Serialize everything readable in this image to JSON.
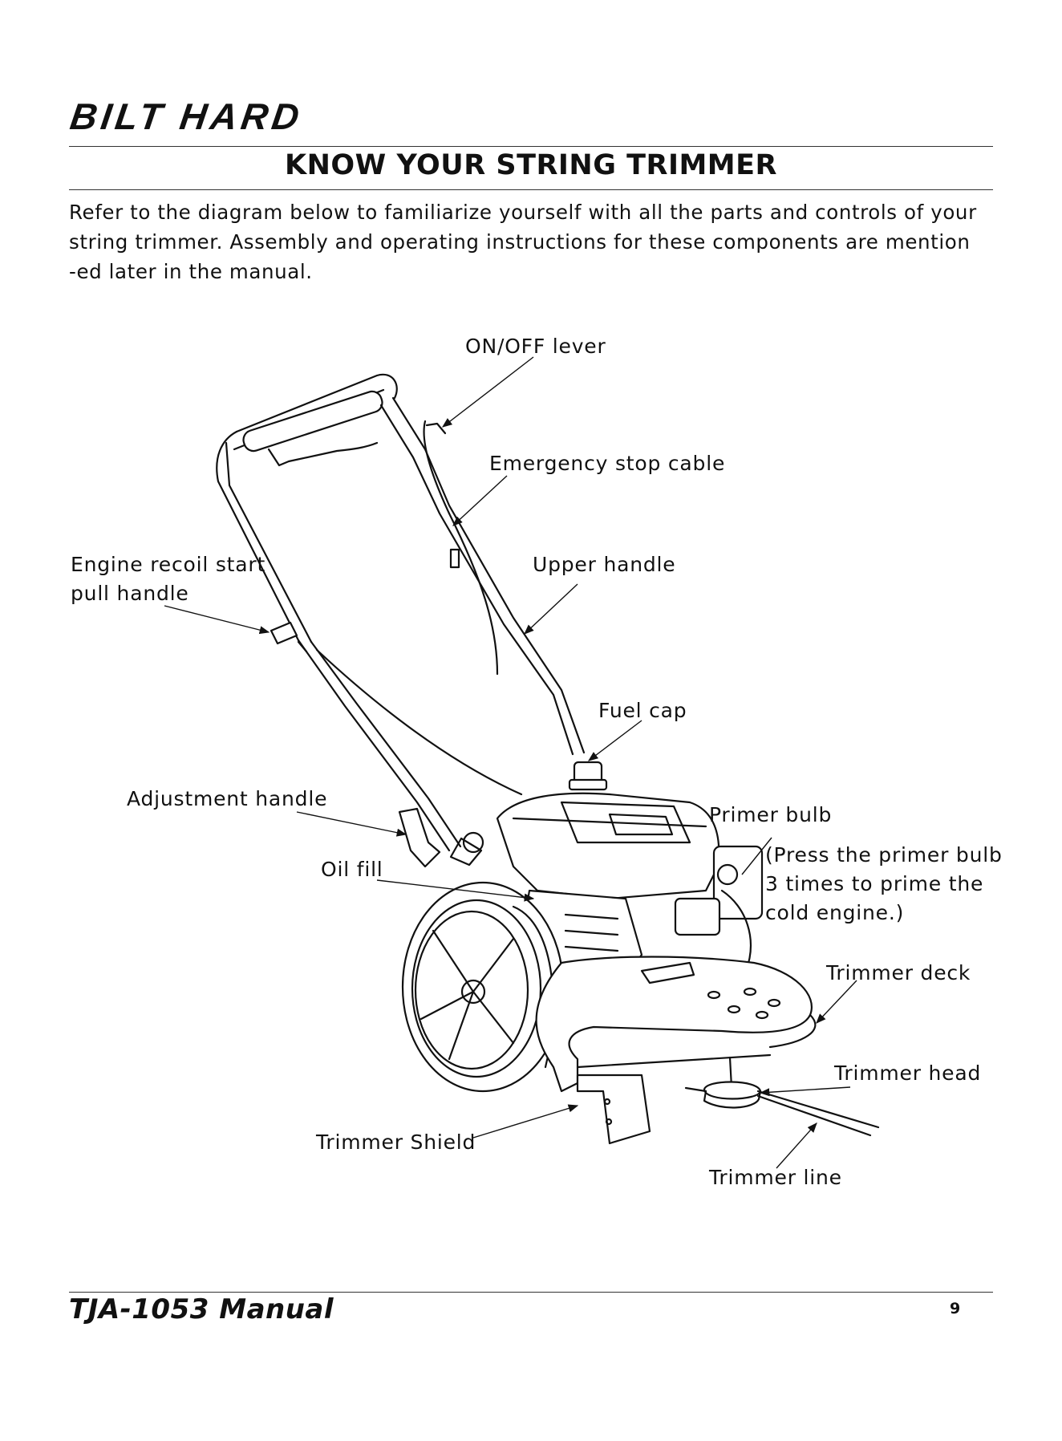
{
  "header": {
    "brand": "BILT HARD"
  },
  "title": "KNOW YOUR STRING TRIMMER",
  "intro": {
    "line1": "Refer to the diagram below to familiarize yourself with all the parts and controls of your",
    "line2": "string trimmer. Assembly and operating instructions for these components are mention",
    "line3": "-ed later in the manual."
  },
  "labels": {
    "on_off_lever": "ON/OFF lever",
    "emergency_stop_cable": "Emergency stop cable",
    "engine_recoil_line1": "Engine recoil start",
    "engine_recoil_line2": "pull handle",
    "upper_handle": "Upper handle",
    "fuel_cap": "Fuel cap",
    "adjustment_handle": "Adjustment handle",
    "primer_bulb": "Primer bulb",
    "primer_note_line1": "(Press the primer bulb",
    "primer_note_line2": "3 times to prime the",
    "primer_note_line3": "cold engine.)",
    "oil_fill": "Oil fill",
    "trimmer_deck": "Trimmer deck",
    "trimmer_head": "Trimmer head",
    "trimmer_shield": "Trimmer Shield",
    "trimmer_line": "Trimmer line"
  },
  "footer": {
    "manual": "TJA-1053 Manual",
    "page": "9"
  }
}
